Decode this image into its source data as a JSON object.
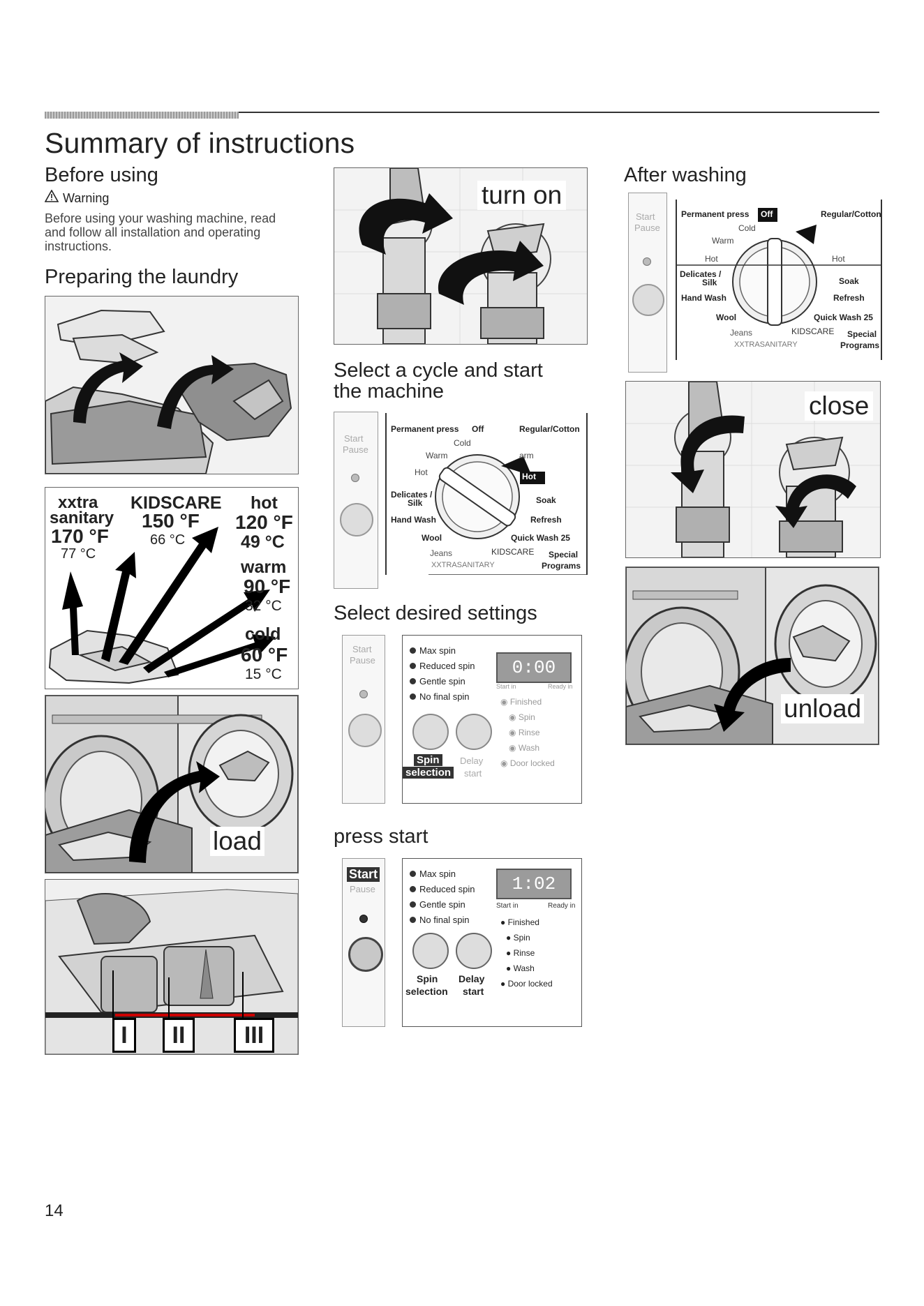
{
  "page": {
    "title": "Summary of instructions",
    "page_number": "14"
  },
  "before_using": {
    "heading": "Before using",
    "warning_label": "Warning",
    "text": "Before using your washing machine, read and follow all installation and operating instructions."
  },
  "preparing": {
    "heading": "Preparing the laundry",
    "temps": {
      "xxtra_sanitary": {
        "name1": "xxtra",
        "name2": "sanitary",
        "f": "170 °F",
        "c": "77 °C"
      },
      "kidscare": {
        "name": "KIDSCARE",
        "f": "150 °F",
        "c": "66 °C"
      },
      "hot": {
        "name": "hot",
        "f": "120 °F",
        "c": "49 °C"
      },
      "warm": {
        "name": "warm",
        "f": "90 °F",
        "c": "32 °C"
      },
      "cold": {
        "name": "cold",
        "f": "60 °F",
        "c": "15 °C"
      }
    },
    "load_label": "load",
    "compartments": [
      "I",
      "II",
      "III"
    ]
  },
  "middle": {
    "turn_on_label": "turn on",
    "select_cycle_heading_1": "Select a cycle and start",
    "select_cycle_heading_2": "the machine",
    "select_settings_heading": "Select desired settings",
    "press_start_heading": "press start"
  },
  "dial": {
    "start": "Start",
    "pause": "Pause",
    "permanent_press": "Permanent press",
    "off": "Off",
    "regular_cotton": "Regular/Cotton",
    "cold": "Cold",
    "warm": "Warm",
    "warm_right_cut": "arm",
    "hot": "Hot",
    "hot_right": "Hot",
    "delicates": "Delicates /",
    "silk": "Silk",
    "soak": "Soak",
    "hand_wash": "Hand Wash",
    "refresh": "Refresh",
    "wool": "Wool",
    "quick_wash": "Quick Wash 25",
    "jeans": "Jeans",
    "kidscare": "KIDSCARE",
    "special": "Special",
    "programs": "Programs",
    "xxtrasanitary": "XXTRASANITARY"
  },
  "settings_panel": {
    "start": "Start",
    "pause": "Pause",
    "spin_options": [
      "Max spin",
      "Reduced spin",
      "Gentle spin",
      "No final spin"
    ],
    "display_a": "0:00",
    "display_b": "1:02",
    "start_in": "Start in",
    "ready_in": "Ready in",
    "status": [
      "Finished",
      "Spin",
      "Rinse",
      "Wash",
      "Door locked"
    ],
    "spin_label_1": "Spin",
    "spin_label_2": "selection",
    "delay_label_1": "Delay",
    "delay_label_2": "start"
  },
  "after": {
    "heading": "After washing",
    "close_label": "close",
    "unload_label": "unload"
  }
}
